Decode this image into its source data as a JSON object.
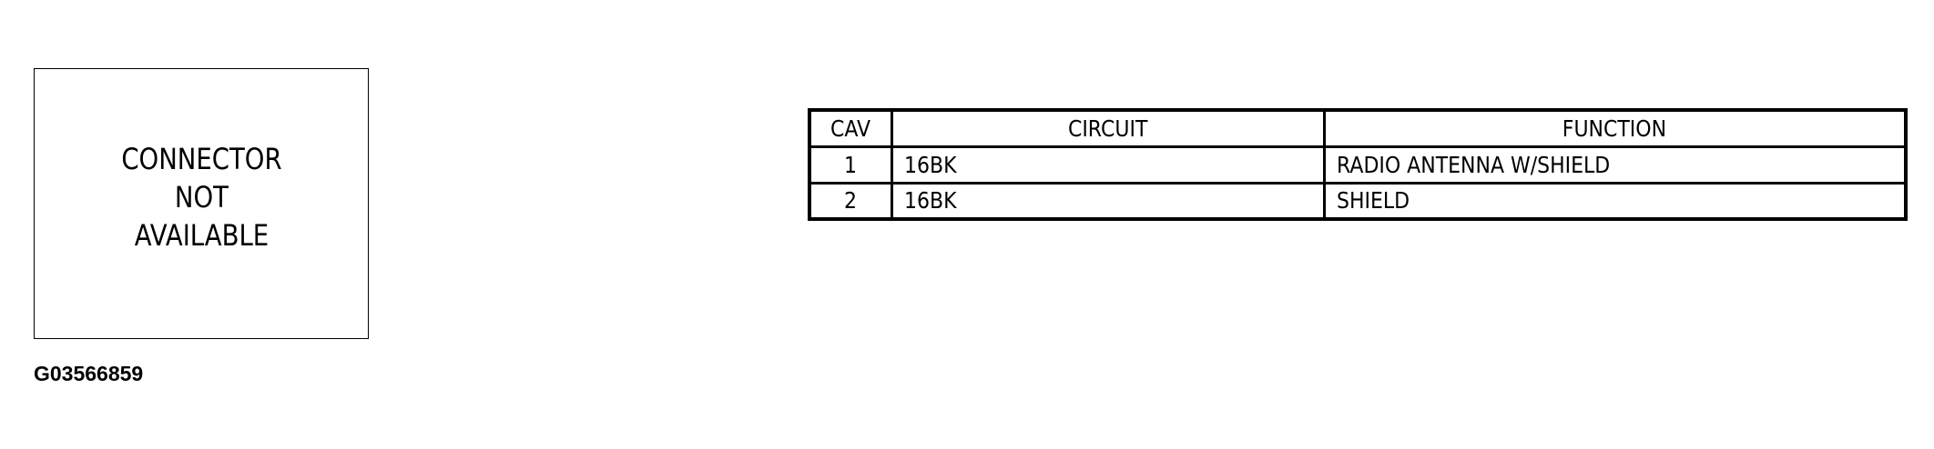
{
  "connector_panel": {
    "lines": [
      "CONNECTOR",
      "NOT",
      "AVAILABLE"
    ]
  },
  "figure_id": "G03566859",
  "pinout_table": {
    "headers": {
      "cav": "CAV",
      "circuit": "CIRCUIT",
      "function": "FUNCTION"
    },
    "rows": [
      {
        "cav": "1",
        "circuit": "16BK",
        "function": "RADIO ANTENNA W/SHIELD"
      },
      {
        "cav": "2",
        "circuit": "16BK",
        "function": "SHIELD"
      }
    ]
  }
}
